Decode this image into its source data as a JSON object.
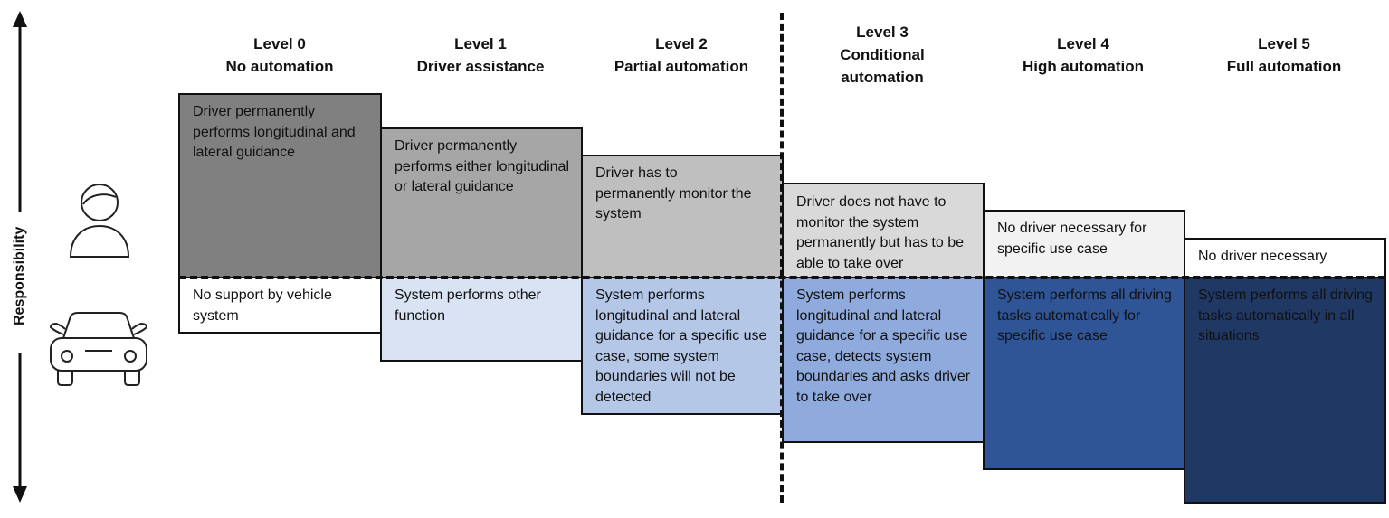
{
  "axis": {
    "label": "Responsibility"
  },
  "levels": [
    {
      "title": "Level 0",
      "subtitle": "No automation",
      "driver_text": "Driver permanently performs longitudinal and lateral guidance",
      "system_text": "No support by vehicle system",
      "driver_color": "#808080",
      "system_color": "#ffffff"
    },
    {
      "title": "Level 1",
      "subtitle": "Driver assistance",
      "driver_text": "Driver permanently performs either longitudinal or lateral guidance",
      "system_text": "System performs other function",
      "driver_color": "#a6a6a6",
      "system_color": "#dae3f3"
    },
    {
      "title": "Level 2",
      "subtitle": "Partial automation",
      "driver_text": "Driver has to permanently monitor the system",
      "system_text": "System performs longitudinal and lateral guidance for a specific use case, some system boundaries will not be detected",
      "driver_color": "#bfbfbf",
      "system_color": "#b4c7e7"
    },
    {
      "title": "Level 3",
      "subtitle": "Conditional automation",
      "driver_text": "Driver does not have to monitor the system permanently but has to be able to take over",
      "system_text": "System performs longitudinal and lateral guidance for a specific use case, detects system boundaries and asks driver to take over",
      "driver_color": "#d9d9d9",
      "system_color": "#8faadc"
    },
    {
      "title": "Level 4",
      "subtitle": "High automation",
      "driver_text": "No driver necessary for specific use case",
      "system_text": "System performs all driving tasks automatically for specific use case",
      "driver_color": "#f2f2f2",
      "system_color": "#2f5597"
    },
    {
      "title": "Level 5",
      "subtitle": "Full automation",
      "driver_text": "No driver necessary",
      "system_text": "System performs all driving tasks automatically in all situations",
      "driver_color": "#ffffff",
      "system_color": "#203864"
    }
  ],
  "icons": {
    "driver": "person-icon",
    "vehicle": "car-icon",
    "axis": "double-arrow-icon"
  }
}
